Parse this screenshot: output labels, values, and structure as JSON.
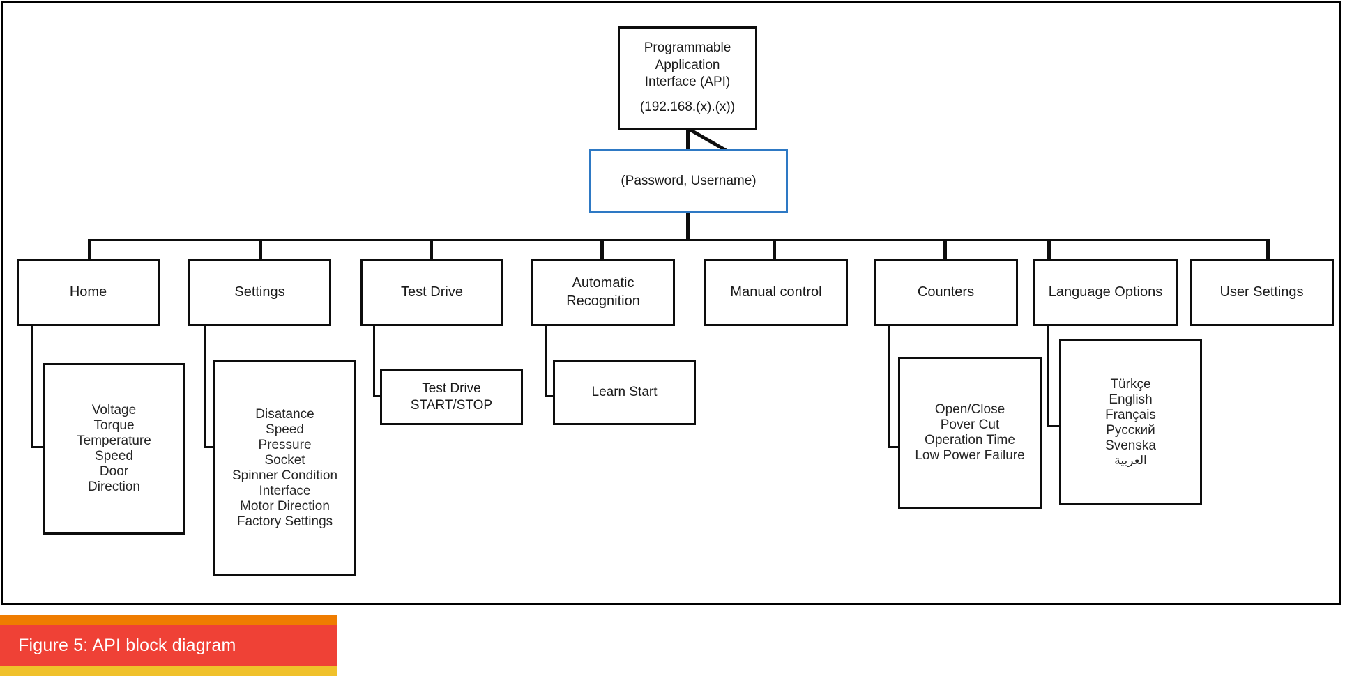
{
  "figure": {
    "caption": "Figure 5: API block diagram",
    "caption_colors": {
      "top_stripe": "#ef7c00",
      "main_bar": "#ef4136",
      "bottom_stripe": "#f0c12b",
      "text": "#ffffff"
    }
  },
  "diagram": {
    "type": "block-diagram",
    "colors": {
      "box_border": "#0d0d0d",
      "highlight_box_border": "#2e79c4",
      "background": "#ffffff",
      "text": "#1a1a1a"
    },
    "root": {
      "lines": [
        "Programmable",
        "Application",
        "Interface (API)"
      ],
      "address": "(192.168.(x).(x))"
    },
    "auth": {
      "label": "(Password, Username)"
    },
    "menu": [
      {
        "label": "Home",
        "children": [
          "Voltage",
          "Torque",
          "Temperature",
          "Speed",
          "Door",
          "Direction"
        ]
      },
      {
        "label": "Settings",
        "children": [
          "Disatance",
          "Speed",
          "Pressure",
          "Socket",
          "Spinner Condition",
          "Interface",
          "Motor Direction",
          "Factory Settings"
        ]
      },
      {
        "label": "Test Drive",
        "children": [
          "Test Drive",
          "START/STOP"
        ]
      },
      {
        "label_lines": [
          "Automatic",
          "Recognition"
        ],
        "children": [
          "Learn Start"
        ]
      },
      {
        "label": "Manual control",
        "children": []
      },
      {
        "label": "Counters",
        "children": [
          "Open/Close",
          "Pover Cut",
          "Operation Time",
          "Low Power Failure"
        ]
      },
      {
        "label": "Language Options",
        "children": [
          "Türkçe",
          "English",
          "Français",
          "Русский",
          "Svenska",
          "العربية"
        ]
      },
      {
        "label": "User Settings",
        "children": []
      }
    ]
  }
}
